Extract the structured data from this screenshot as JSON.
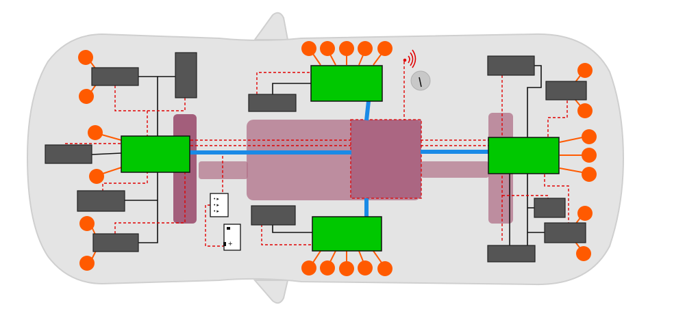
{
  "colors": {
    "background": "#ffffff",
    "car_body": "#e4e4e4",
    "car_outline": "#cfcfcf",
    "zone_controller": "#00c800",
    "ecu": "#555555",
    "sensor": "#ff5a00",
    "axle": "#9b4f6f",
    "battery_pack": "#b07088",
    "central_computer": "#a8607e",
    "ethernet": "#1a8ae6",
    "can_bus": "#e00000",
    "power_line": "#111111"
  },
  "icons": {
    "fuse_box": "fuse-box-icon",
    "battery": "battery-icon",
    "wireless": "wireless-signal-icon",
    "antenna": "antenna-icon"
  },
  "components": {
    "zone_controllers": 4,
    "ecus": 12,
    "sensors": 24
  }
}
